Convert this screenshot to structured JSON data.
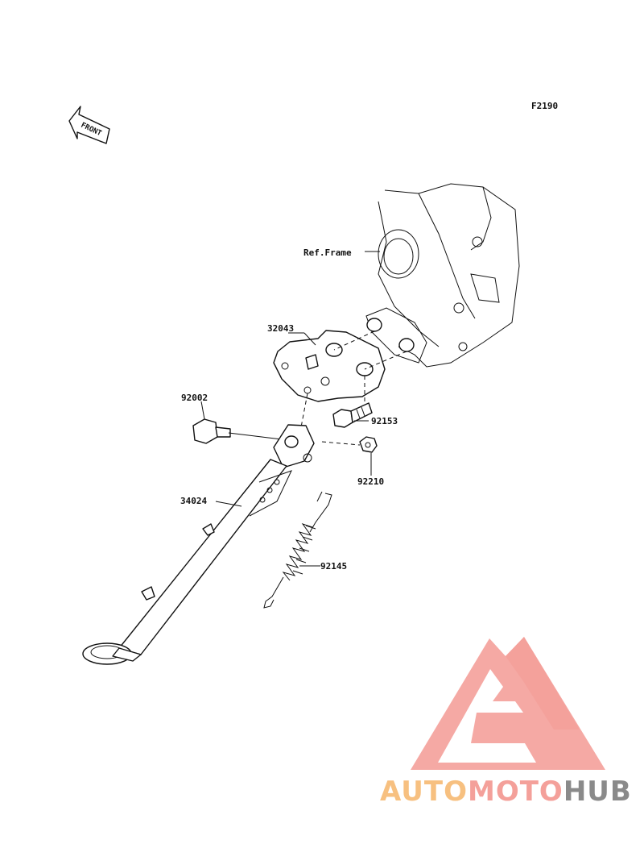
{
  "figure_code": "F2190",
  "direction_label": "FRONT",
  "reference_label": "Ref.Frame",
  "parts": [
    {
      "number": "32043"
    },
    {
      "number": "92002"
    },
    {
      "number": "92153"
    },
    {
      "number": "92210"
    },
    {
      "number": "34024"
    },
    {
      "number": "92145"
    }
  ],
  "watermark": {
    "part1": "AUTO",
    "part2": "MOTO",
    "part3": "HUB",
    "color1": "#f7c080",
    "color2": "#f4a09a",
    "color3": "#8a8a8a",
    "logo_color": "#f4a09a"
  },
  "colors": {
    "line": "#111111",
    "background": "#ffffff"
  }
}
